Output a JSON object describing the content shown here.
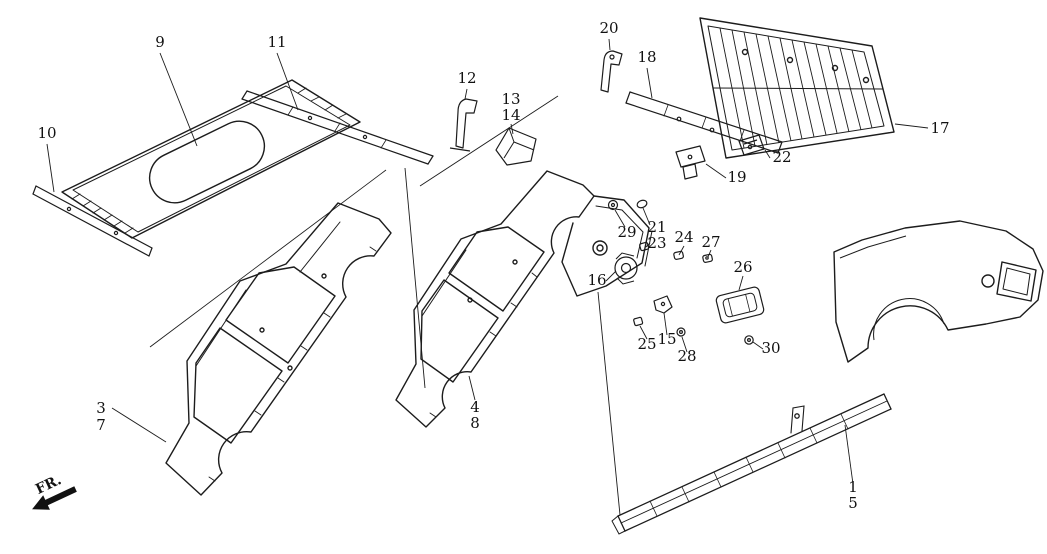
{
  "diagram": {
    "kind": "exploded-parts-line-drawing",
    "fr_label": "FR.",
    "colors": {
      "ink": "#1c1c1c",
      "background": "#ffffff"
    },
    "callouts": {
      "c1": "1",
      "c3": "3",
      "c4": "4",
      "c5": "5",
      "c7": "7",
      "c8": "8",
      "c9": "9",
      "c10": "10",
      "c11": "11",
      "c12": "12",
      "c13": "13",
      "c14": "14",
      "c15": "15",
      "c16": "16",
      "c17": "17",
      "c18": "18",
      "c19": "19",
      "c20": "20",
      "c21": "21",
      "c22": "22",
      "c23": "23",
      "c24": "24",
      "c25": "25",
      "c26": "26",
      "c27": "27",
      "c28": "28",
      "c29": "29",
      "c30": "30"
    }
  }
}
